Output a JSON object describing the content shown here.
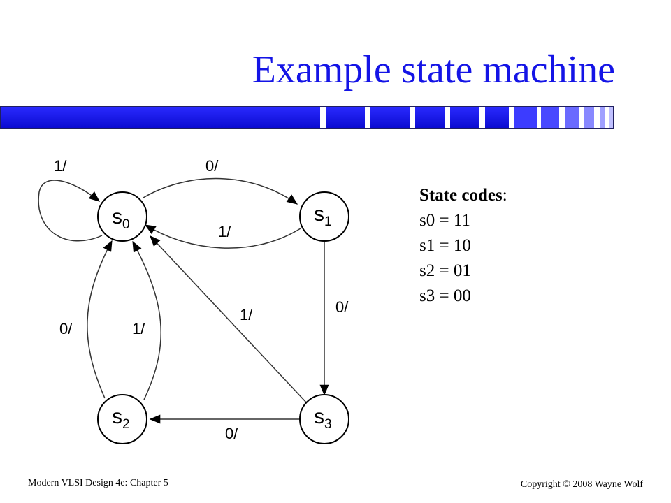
{
  "slide": {
    "title": "Example state machine",
    "footer_left": "Modern VLSI Design 4e: Chapter 5",
    "footer_right": "Copyright © 2008 Wayne Wolf",
    "accent_color": "#1414e6"
  },
  "state_codes": {
    "heading": "State codes",
    "heading_colon": ":",
    "items": [
      {
        "text": "s0 = 11"
      },
      {
        "text": "s1 = 10"
      },
      {
        "text": "s2 = 01"
      },
      {
        "text": "s3 = 00"
      }
    ]
  },
  "diagram": {
    "states": [
      {
        "prefix": "s",
        "index": "0"
      },
      {
        "prefix": "s",
        "index": "1"
      },
      {
        "prefix": "s",
        "index": "2"
      },
      {
        "prefix": "s",
        "index": "3"
      }
    ],
    "transitions": [
      {
        "from": "s0",
        "to": "s0",
        "label": "1/"
      },
      {
        "from": "s0",
        "to": "s1",
        "label": "0/"
      },
      {
        "from": "s1",
        "to": "s0",
        "label": "1/"
      },
      {
        "from": "s1",
        "to": "s3",
        "label": "0/"
      },
      {
        "from": "s3",
        "to": "s0",
        "label": "1/"
      },
      {
        "from": "s2",
        "to": "s0",
        "label": "0/"
      },
      {
        "from": "s2",
        "to": "s0",
        "label": "1/"
      },
      {
        "from": "s3",
        "to": "s2",
        "label": "0/"
      }
    ]
  }
}
